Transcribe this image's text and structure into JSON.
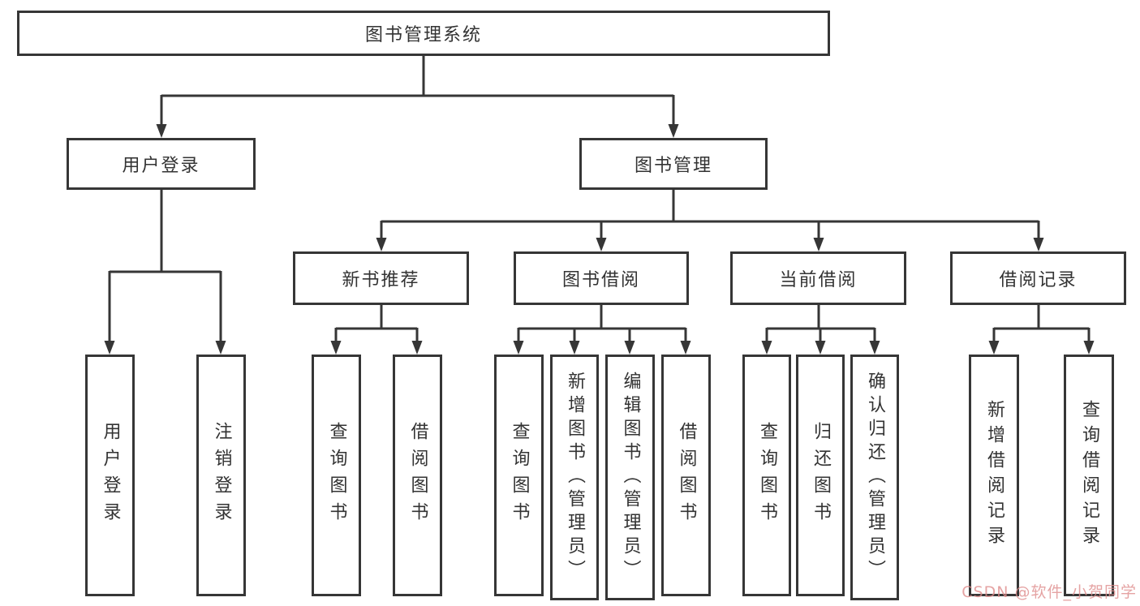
{
  "diagram": {
    "root": {
      "label": "图书管理系统"
    },
    "level2": [
      {
        "label": "用户登录"
      },
      {
        "label": "图书管理"
      }
    ],
    "level3": [
      {
        "label": "新书推荐",
        "parent": "图书管理"
      },
      {
        "label": "图书借阅",
        "parent": "图书管理"
      },
      {
        "label": "当前借阅",
        "parent": "图书管理"
      },
      {
        "label": "借阅记录",
        "parent": "图书管理"
      }
    ],
    "leaves": [
      {
        "label": "用户登录",
        "parent": "用户登录"
      },
      {
        "label": "注销登录",
        "parent": "用户登录"
      },
      {
        "label": "查询图书",
        "parent": "新书推荐"
      },
      {
        "label": "借阅图书",
        "parent": "新书推荐"
      },
      {
        "label": "查询图书",
        "parent": "图书借阅"
      },
      {
        "label": "新增图书（管理员）",
        "parent": "图书借阅"
      },
      {
        "label": "编辑图书（管理员）",
        "parent": "图书借阅"
      },
      {
        "label": "借阅图书",
        "parent": "图书借阅"
      },
      {
        "label": "查询图书",
        "parent": "当前借阅"
      },
      {
        "label": "归还图书",
        "parent": "当前借阅"
      },
      {
        "label": "确认归还（管理员）",
        "parent": "当前借阅"
      },
      {
        "label": "新增借阅记录",
        "parent": "借阅记录"
      },
      {
        "label": "查询借阅记录",
        "parent": "借阅记录"
      }
    ]
  },
  "watermark": {
    "text": "CSDN @软件_小贺同学",
    "color": "#de8c8c"
  },
  "colors": {
    "line": "#363636",
    "box_border": "#363636",
    "box_fill": "#ffffff",
    "text": "#333333",
    "background": "#ffffff"
  }
}
